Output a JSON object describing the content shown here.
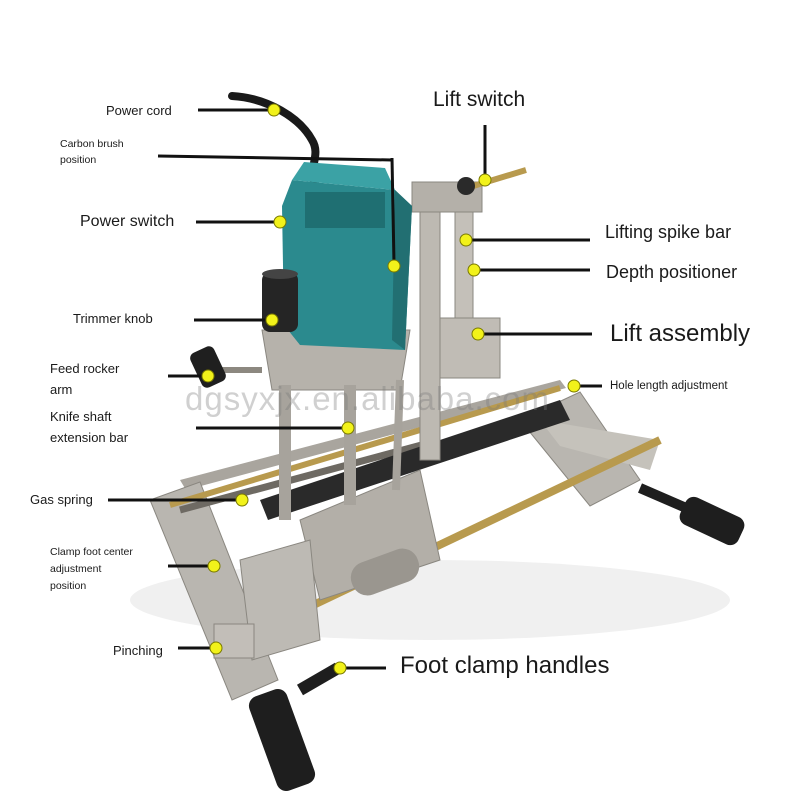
{
  "labels": {
    "power_cord": "Power cord",
    "carbon_brush": "Carbon brush\nposition",
    "power_switch": "Power switch",
    "trimmer_knob": "Trimmer knob",
    "feed_rocker": "Feed rocker\narm",
    "knife_shaft": "Knife shaft\nextension bar",
    "gas_spring": "Gas spring",
    "clamp_foot_center": "Clamp foot center\nadjustment\nposition",
    "pinching": "Pinching",
    "lift_switch": "Lift switch",
    "lifting_spike_bar": "Lifting spike bar",
    "depth_positioner": "Depth positioner",
    "lift_assembly": "Lift assembly",
    "hole_length": "Hole length adjustment",
    "foot_clamp_handles": "Foot clamp handles"
  },
  "watermark": "dgsyxjx.en.alibaba.com",
  "colors": {
    "motor_housing": "#2b8a8e",
    "frame_metal": "#a6a29a",
    "rail_brass": "#b89a4e",
    "handle_black": "#1e1e1e",
    "marker_dot": "#f2f21a",
    "leader_line": "#111111"
  }
}
